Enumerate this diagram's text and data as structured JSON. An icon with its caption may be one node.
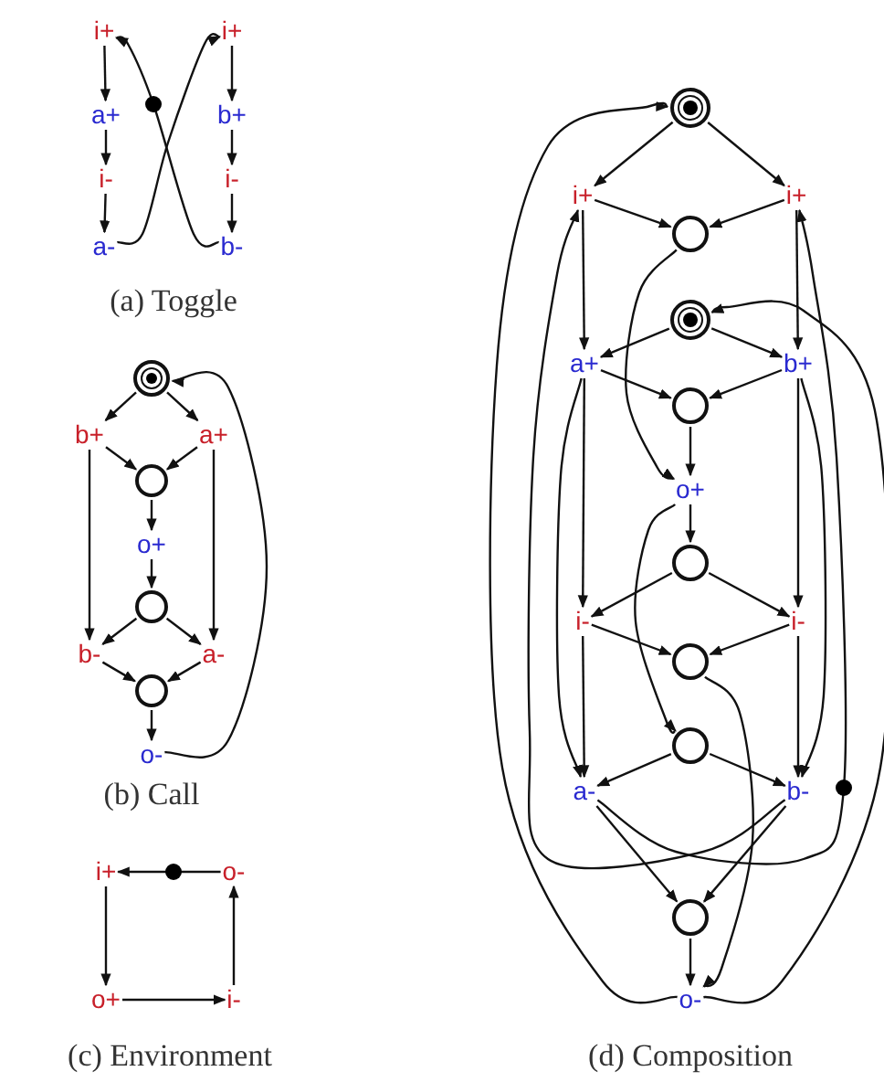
{
  "diagram": {
    "nodes": [
      {
        "text": [
          "i+"
        ]
      },
      {
        "text": [
          "a+"
        ]
      },
      {
        "text": [
          "i-"
        ]
      },
      {
        "text": [
          "a-"
        ]
      },
      {
        "text": [
          "i+"
        ]
      },
      {
        "text": [
          "b+"
        ]
      },
      {
        "text": [
          "i-"
        ]
      },
      {
        "text": [
          "b-"
        ]
      },
      {
        "text": [],
        "shape": "circle"
      },
      {
        "text": [
          "b+"
        ]
      },
      {
        "text": [
          "a+"
        ]
      },
      {
        "text": [],
        "shape": "circle"
      },
      {
        "text": [
          "o+"
        ]
      },
      {
        "text": [],
        "shape": "circle"
      },
      {
        "text": [
          "b-"
        ]
      },
      {
        "text": [
          "a-"
        ]
      },
      {
        "text": [],
        "shape": "circle"
      },
      {
        "text": [
          "o-"
        ]
      },
      {
        "text": [
          "i+"
        ]
      },
      {
        "text": [
          "o-"
        ]
      },
      {
        "text": [
          "o+"
        ]
      },
      {
        "text": [
          "i-"
        ]
      },
      {
        "text": [],
        "shape": "circle"
      },
      {
        "text": [
          "i+"
        ]
      },
      {
        "text": [
          "i+"
        ]
      },
      {
        "text": [],
        "shape": "circle"
      },
      {
        "text": [],
        "shape": "circle"
      },
      {
        "text": [
          "a+"
        ]
      },
      {
        "text": [
          "b+"
        ]
      },
      {
        "text": [],
        "shape": "circle"
      },
      {
        "text": [
          "o+"
        ]
      },
      {
        "text": [],
        "shape": "circle"
      },
      {
        "text": [
          "i-"
        ]
      },
      {
        "text": [
          "i-"
        ]
      },
      {
        "text": [],
        "shape": "circle"
      },
      {
        "text": [],
        "shape": "circle"
      },
      {
        "text": [
          "a-"
        ]
      },
      {
        "text": [
          "b-"
        ]
      },
      {
        "text": [],
        "shape": "circle"
      },
      {
        "text": [
          "o-"
        ]
      }
    ],
    "edges": [
      {
        "from": 0,
        "to": 1,
        "arrow": "to"
      },
      {
        "from": 1,
        "to": 2,
        "arrow": "to"
      },
      {
        "from": 2,
        "to": 3,
        "arrow": "to"
      },
      {
        "from": 4,
        "to": 5,
        "arrow": "to"
      },
      {
        "from": 5,
        "to": 6,
        "arrow": "to"
      },
      {
        "from": 6,
        "to": 7,
        "arrow": "to"
      },
      {
        "from": 3,
        "to": 4,
        "arrow": "to"
      },
      {
        "from": 7,
        "to": 0,
        "arrow": "to"
      },
      {
        "from": 8,
        "to": 9,
        "arrow": "to"
      },
      {
        "from": 8,
        "to": 10,
        "arrow": "to"
      },
      {
        "from": 9,
        "to": 11,
        "arrow": "to"
      },
      {
        "from": 10,
        "to": 11,
        "arrow": "to"
      },
      {
        "from": 11,
        "to": 12,
        "arrow": "to"
      },
      {
        "from": 12,
        "to": 13,
        "arrow": "to"
      },
      {
        "from": 13,
        "to": 14,
        "arrow": "to"
      },
      {
        "from": 13,
        "to": 15,
        "arrow": "to"
      },
      {
        "from": 9,
        "to": 14,
        "arrow": "to"
      },
      {
        "from": 10,
        "to": 15,
        "arrow": "to"
      },
      {
        "from": 14,
        "to": 16,
        "arrow": "to"
      },
      {
        "from": 15,
        "to": 16,
        "arrow": "to"
      },
      {
        "from": 16,
        "to": 17,
        "arrow": "to"
      },
      {
        "from": 17,
        "to": 8,
        "arrow": "to"
      },
      {
        "from": 19,
        "to": 18,
        "arrow": "to"
      },
      {
        "from": 18,
        "to": 20,
        "arrow": "to"
      },
      {
        "from": 20,
        "to": 21,
        "arrow": "to"
      },
      {
        "from": 21,
        "to": 19,
        "arrow": "to"
      },
      {
        "from": 22,
        "to": 23,
        "arrow": "to"
      },
      {
        "from": 22,
        "to": 24,
        "arrow": "to"
      },
      {
        "from": 23,
        "to": 25,
        "arrow": "to"
      },
      {
        "from": 24,
        "to": 25,
        "arrow": "to"
      },
      {
        "from": 25,
        "to": 30,
        "arrow": "to"
      },
      {
        "from": 26,
        "to": 27,
        "arrow": "to"
      },
      {
        "from": 26,
        "to": 28,
        "arrow": "to"
      },
      {
        "from": 27,
        "to": 29,
        "arrow": "to"
      },
      {
        "from": 28,
        "to": 29,
        "arrow": "to"
      },
      {
        "from": 29,
        "to": 30,
        "arrow": "to"
      },
      {
        "from": 23,
        "to": 27,
        "arrow": "to"
      },
      {
        "from": 24,
        "to": 28,
        "arrow": "to"
      },
      {
        "from": 30,
        "to": 31,
        "arrow": "to"
      },
      {
        "from": 31,
        "to": 32,
        "arrow": "to"
      },
      {
        "from": 31,
        "to": 33,
        "arrow": "to"
      },
      {
        "from": 32,
        "to": 34,
        "arrow": "to"
      },
      {
        "from": 33,
        "to": 34,
        "arrow": "to"
      },
      {
        "from": 27,
        "to": 32,
        "arrow": "to"
      },
      {
        "from": 28,
        "to": 33,
        "arrow": "to"
      },
      {
        "from": 32,
        "to": 36,
        "arrow": "to"
      },
      {
        "from": 33,
        "to": 37,
        "arrow": "to"
      },
      {
        "from": 27,
        "to": 36,
        "arrow": "to"
      },
      {
        "from": 28,
        "to": 37,
        "arrow": "to"
      },
      {
        "from": 34,
        "to": 39,
        "arrow": "to"
      },
      {
        "from": 30,
        "to": 35,
        "arrow": "to"
      },
      {
        "from": 35,
        "to": 36,
        "arrow": "to"
      },
      {
        "from": 35,
        "to": 37,
        "arrow": "to"
      },
      {
        "from": 36,
        "to": 38,
        "arrow": "to"
      },
      {
        "from": 37,
        "to": 38,
        "arrow": "to"
      },
      {
        "from": 38,
        "to": 39,
        "arrow": "to"
      },
      {
        "from": 36,
        "to": 24,
        "arrow": "to"
      },
      {
        "from": 37,
        "to": 23,
        "arrow": "to"
      },
      {
        "from": 39,
        "to": 22,
        "arrow": "to"
      },
      {
        "from": 39,
        "to": 26,
        "arrow": "to"
      }
    ],
    "labels": [
      "(a) Toggle",
      "(b) Call",
      "(c) Environment",
      "(d) Composition"
    ]
  }
}
